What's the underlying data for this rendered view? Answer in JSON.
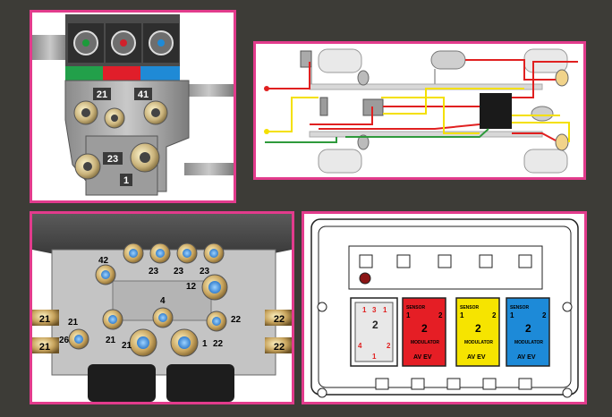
{
  "valve_top": {
    "port_labels": [
      "21",
      "41",
      "23",
      "1"
    ]
  },
  "wiring": {
    "colors": {
      "red": "#e02020",
      "yellow": "#f4e000",
      "green": "#2e9a3c",
      "grey": "#9a9a9a"
    }
  },
  "valve_front": {
    "port_labels": [
      "42",
      "23",
      "23",
      "23",
      "12",
      "4",
      "21",
      "26",
      "21",
      "1",
      "22",
      "22",
      "21"
    ],
    "side_labels": [
      "21",
      "21",
      "22",
      "22"
    ]
  },
  "ecu": {
    "connectors": [
      {
        "color": "#ffffff",
        "top_left": "1",
        "top_center": "3",
        "top_right": "1",
        "center": "2",
        "side_left": "4",
        "side_right": "2",
        "bottom": "1"
      },
      {
        "color": "#e51e25",
        "sensor": "SENSOR",
        "top_left": "1",
        "top_right": "2",
        "center": "2",
        "modulator": "MODULATOR",
        "bottom": "AV EV"
      },
      {
        "color": "#f6e400",
        "sensor": "SENSOR",
        "top_left": "1",
        "top_right": "2",
        "center": "2",
        "modulator": "MODULATOR",
        "bottom": "AV EV"
      },
      {
        "color": "#1d8ad8",
        "sensor": "SENSOR",
        "top_left": "1",
        "top_right": "2",
        "center": "2",
        "modulator": "MODULATOR",
        "bottom": "AV EV"
      }
    ]
  }
}
